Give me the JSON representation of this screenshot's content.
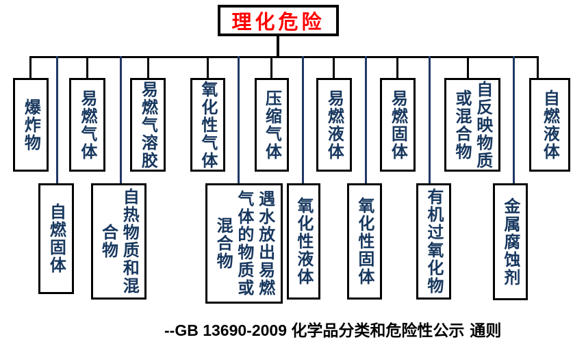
{
  "diagram": {
    "root": {
      "label": "理化危险"
    },
    "top_row": [
      {
        "label": "爆炸物"
      },
      {
        "label": "易燃气体"
      },
      {
        "label": "易燃气溶胶"
      },
      {
        "label": "氧化性气体"
      },
      {
        "label": "压缩气体"
      },
      {
        "label": "易燃液体"
      },
      {
        "label": "易燃固体"
      },
      {
        "label": "自反映物质\n或混合物"
      },
      {
        "label": "自燃液体"
      }
    ],
    "bottom_row": [
      {
        "label": "自燃固体"
      },
      {
        "label": "自热物质和混\n合物"
      },
      {
        "label": "遇水放出易燃\n气体的物质或\n混合物"
      },
      {
        "label": "氧化性液体"
      },
      {
        "label": "氧化性固体"
      },
      {
        "label": "有机过氧化物"
      },
      {
        "label": "金属腐蚀剂"
      }
    ],
    "footer": {
      "code": "--GB 13690-2009",
      "title": "化学品分类和危险性公示 通则"
    },
    "colors": {
      "root_text": "#FF0000",
      "node_text": "#17375E",
      "connector_black": "#000000",
      "connector_blue": "#1F3864"
    }
  }
}
